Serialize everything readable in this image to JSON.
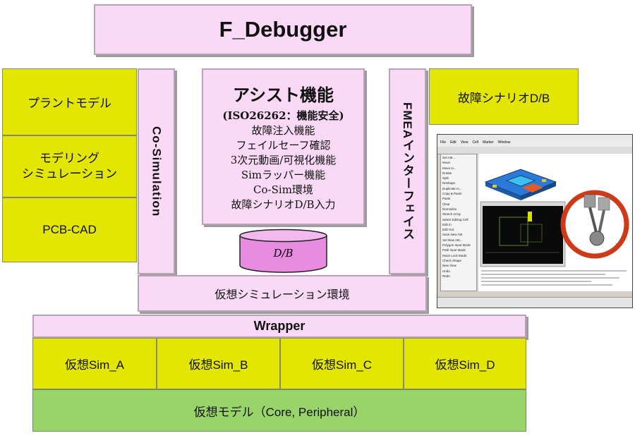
{
  "title": "F_Debugger",
  "left_blocks": [
    "プラントモデル",
    "モデリング\nシミュレーション",
    "PCB-CAD"
  ],
  "cosim": "Co-Simulation",
  "assist": {
    "title": "アシスト機能",
    "items": [
      "(ISO26262：機能安全)",
      "故障注入機能",
      "フェイルセーフ確認",
      "3次元動画/可視化機能",
      "Simラッパー機能",
      "Co-Sim環境",
      "故障シナリオD/B入力"
    ]
  },
  "db_label": "D/B",
  "fmea": "FMEAインターフェイス",
  "fault_db": "故障シナリオD/B",
  "virtual_env": "仮想シミュレーション環境",
  "wrapper": "Wrapper",
  "sims": [
    "仮想Sim_A",
    "仮想Sim_B",
    "仮想Sim_C",
    "仮想Sim_D"
  ],
  "virtual_model": "仮想モデル（Core, Peripheral）",
  "screenshot": {
    "menus": [
      "File",
      "Edit",
      "View",
      "Cell",
      "Marker",
      "Window"
    ],
    "menu_items": [
      "Set Attr...",
      "Move",
      "Move to...",
      "Rotate",
      "Split",
      "Reshape",
      "Duplicate m...",
      "Copy & Paste",
      "Paste",
      "Clear",
      "Normalize",
      "Stretch Array",
      "Select Editing Cell",
      "Edit In",
      "Edit Out",
      "Save New Attr",
      "Set New Attr...",
      "Polygon Input Mode",
      "Path Input Mode",
      "Move Lock Mode",
      "Check Shape",
      "New View",
      "Undo",
      "Redo"
    ]
  },
  "colors": {
    "pink": "#f9d9f5",
    "yellow": "#e3e600",
    "green": "#99d46a"
  }
}
